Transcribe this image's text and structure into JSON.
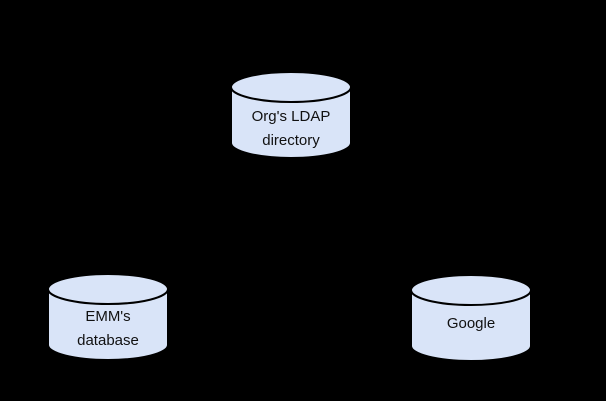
{
  "diagram": {
    "background_color": "#000000",
    "node_fill_color": "#d9e4f8",
    "node_stroke_color": "#000000",
    "text_color": "#111111",
    "nodes": [
      {
        "id": "org-ldap-directory",
        "shape": "cylinder",
        "label": "Org's LDAP directory",
        "lines": [
          "Org's LDAP",
          "directory"
        ]
      },
      {
        "id": "emm-database",
        "shape": "cylinder",
        "label": "EMM's database",
        "lines": [
          "EMM's",
          "database"
        ]
      },
      {
        "id": "google",
        "shape": "cylinder",
        "label": "Google",
        "lines": [
          "Google"
        ]
      }
    ]
  }
}
